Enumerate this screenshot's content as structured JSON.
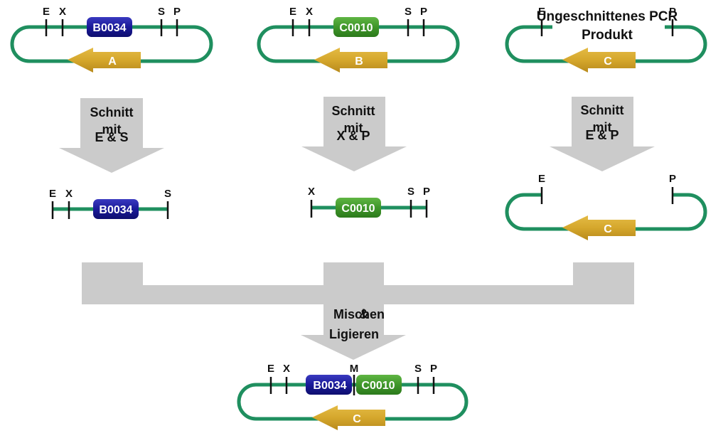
{
  "colors": {
    "backbone": "#1f8f5f",
    "cut_mark": "#111111",
    "part_blue": "#1a1a99",
    "part_green": "#3f962a",
    "part_gold": "#d5a72c",
    "arrow_gray": "#cbcbcb"
  },
  "top_row": [
    {
      "sites": [
        "E",
        "X",
        "S",
        "P"
      ],
      "part": "B0034",
      "backbone_label": "A"
    },
    {
      "sites": [
        "E",
        "X",
        "S",
        "P"
      ],
      "part": "C0010",
      "backbone_label": "B"
    },
    {
      "sites": [
        "E",
        "P"
      ],
      "backbone_label": "C",
      "title_line1": "Ungeschnittenes PCR",
      "title_line2": "Produkt"
    }
  ],
  "cut_arrows": [
    {
      "line1": "Schnitt",
      "line2": "mit",
      "enzymes": "E & S"
    },
    {
      "line1": "Schnitt",
      "line2": "mit",
      "enzymes": "X & P"
    },
    {
      "line1": "Schnitt",
      "line2": "mit",
      "enzymes": "E & P"
    }
  ],
  "cut_row": [
    {
      "sites": [
        "E",
        "X",
        "S"
      ],
      "part": "B0034"
    },
    {
      "sites": [
        "X",
        "S",
        "P"
      ],
      "part": "C0010"
    },
    {
      "sites": [
        "E",
        "P"
      ],
      "backbone_label": "C"
    }
  ],
  "merge_arrow": {
    "line1": "Mischen",
    "amp": "&",
    "line2": "Ligieren"
  },
  "result": {
    "sites": [
      "E",
      "X",
      "M",
      "S",
      "P"
    ],
    "part1": "B0034",
    "part2": "C0010",
    "backbone_label": "C"
  }
}
